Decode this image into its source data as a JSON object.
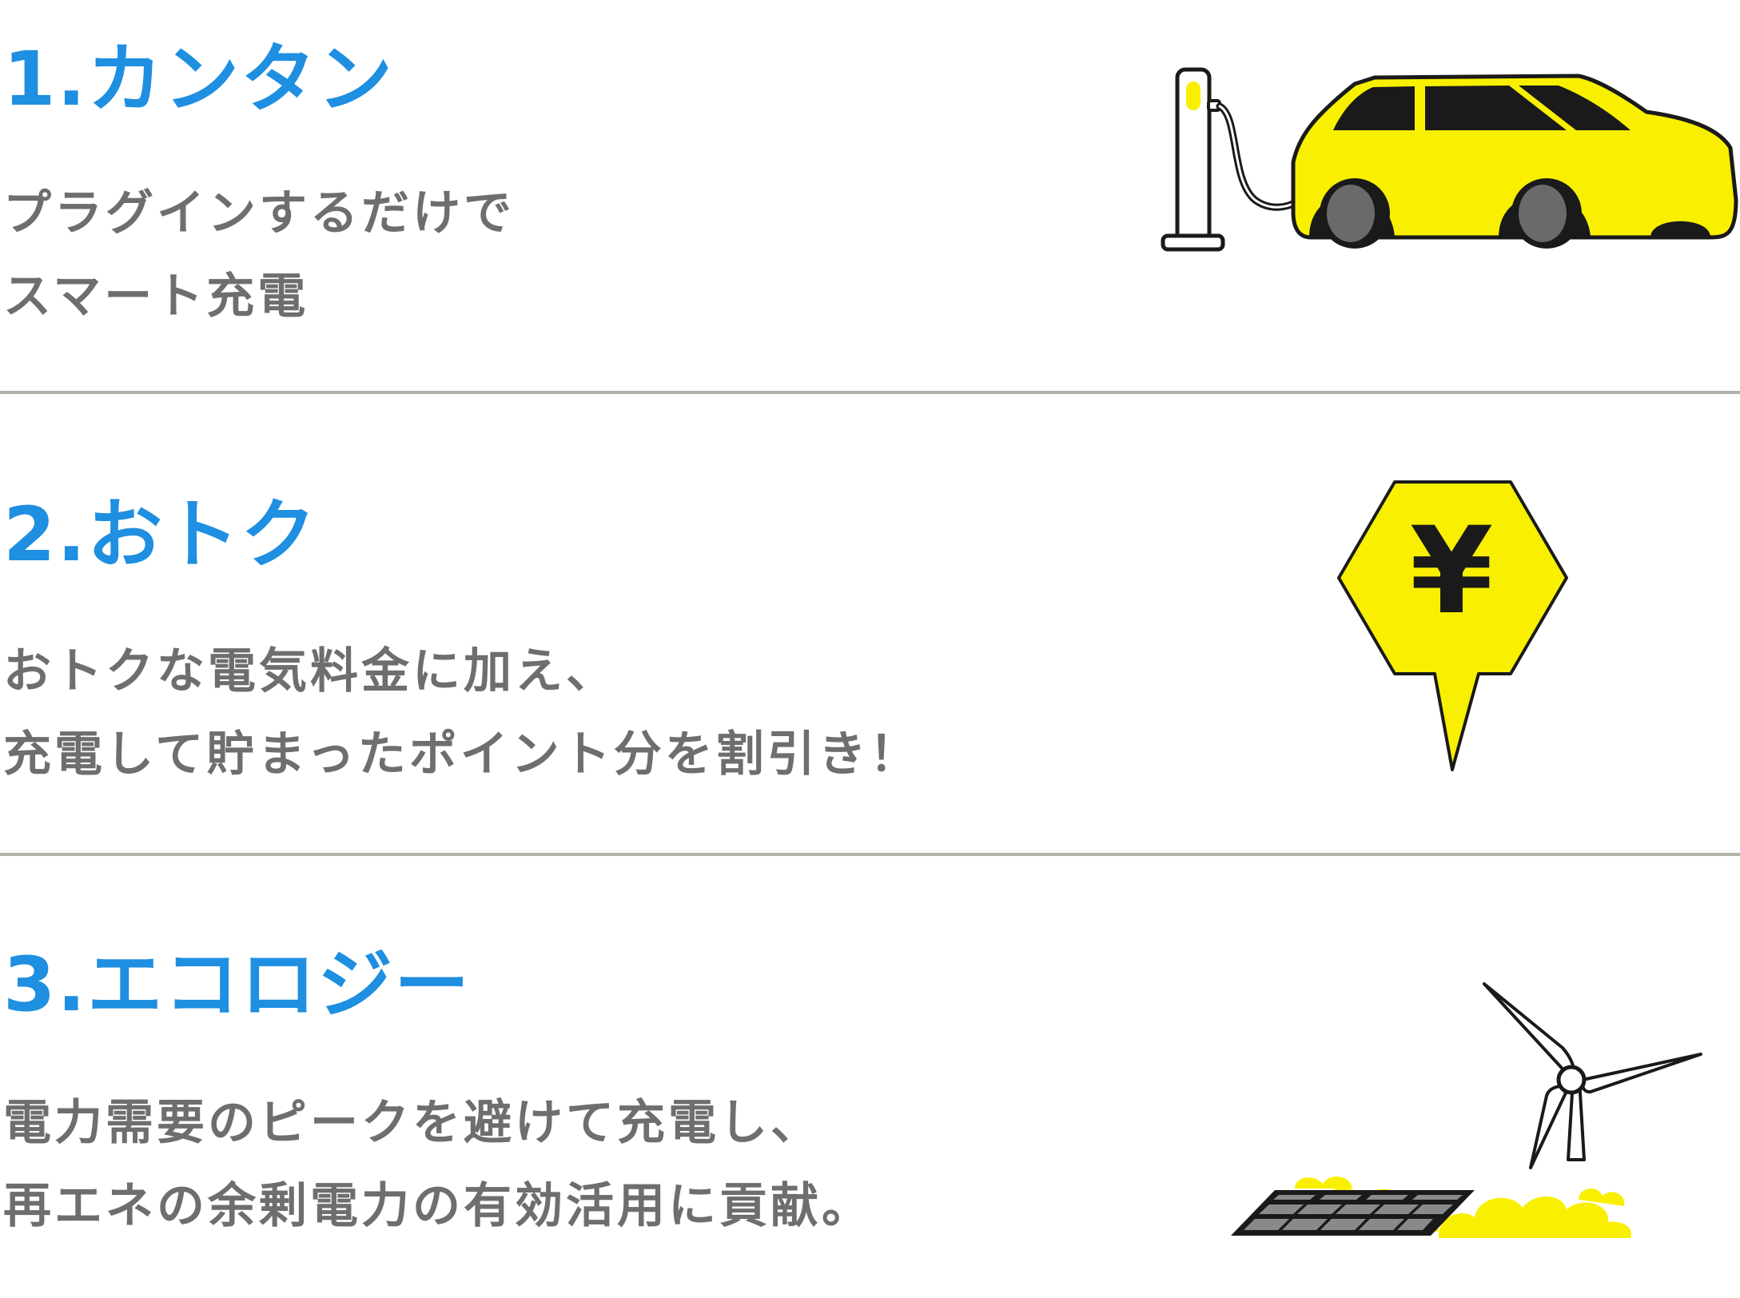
{
  "sections": [
    {
      "title": "1.カンタン",
      "lines": [
        "プラグインするだけで",
        "スマート充電"
      ],
      "illustration": "ev-charging-car-icon"
    },
    {
      "title": "2.おトク",
      "lines": [
        "おトクな電気料金に加え、",
        "充電して貯まったポイント分を割引き！"
      ],
      "illustration": "yen-pin-icon",
      "symbol": "¥"
    },
    {
      "title": "3.エコロジー",
      "lines": [
        "電力需要のピークを避けて充電し、",
        "再エネの余剰電力の有効活用に貢献。"
      ],
      "illustration": "solar-wind-icon"
    }
  ],
  "colors": {
    "title": "#1e8fe1",
    "text": "#6e6e6e",
    "accent_yellow": "#f8f000",
    "divider": "#b2b2ab",
    "outline": "#1a1a1a"
  }
}
